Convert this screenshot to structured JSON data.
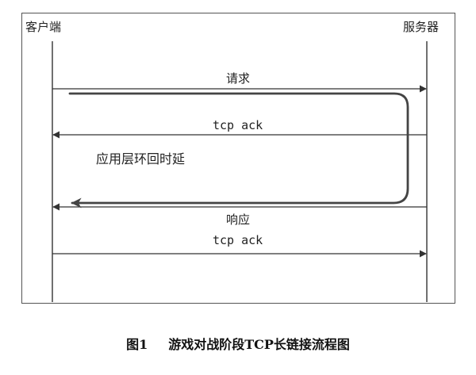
{
  "participants": {
    "client": "客户端",
    "server": "服务器"
  },
  "messages": [
    {
      "label": "请求",
      "from": "client",
      "to": "server"
    },
    {
      "label": "tcp ack",
      "from": "server",
      "to": "client"
    },
    {
      "label": "响应",
      "from": "server",
      "to": "client"
    },
    {
      "label": "tcp ack",
      "from": "client",
      "to": "server"
    }
  ],
  "annotation": "应用层环回时延",
  "caption": {
    "number": "图1",
    "text": "游戏对战阶段TCP长链接流程图"
  },
  "colors": {
    "line": "#333333",
    "frame": "#555555",
    "loop": "#444444"
  }
}
